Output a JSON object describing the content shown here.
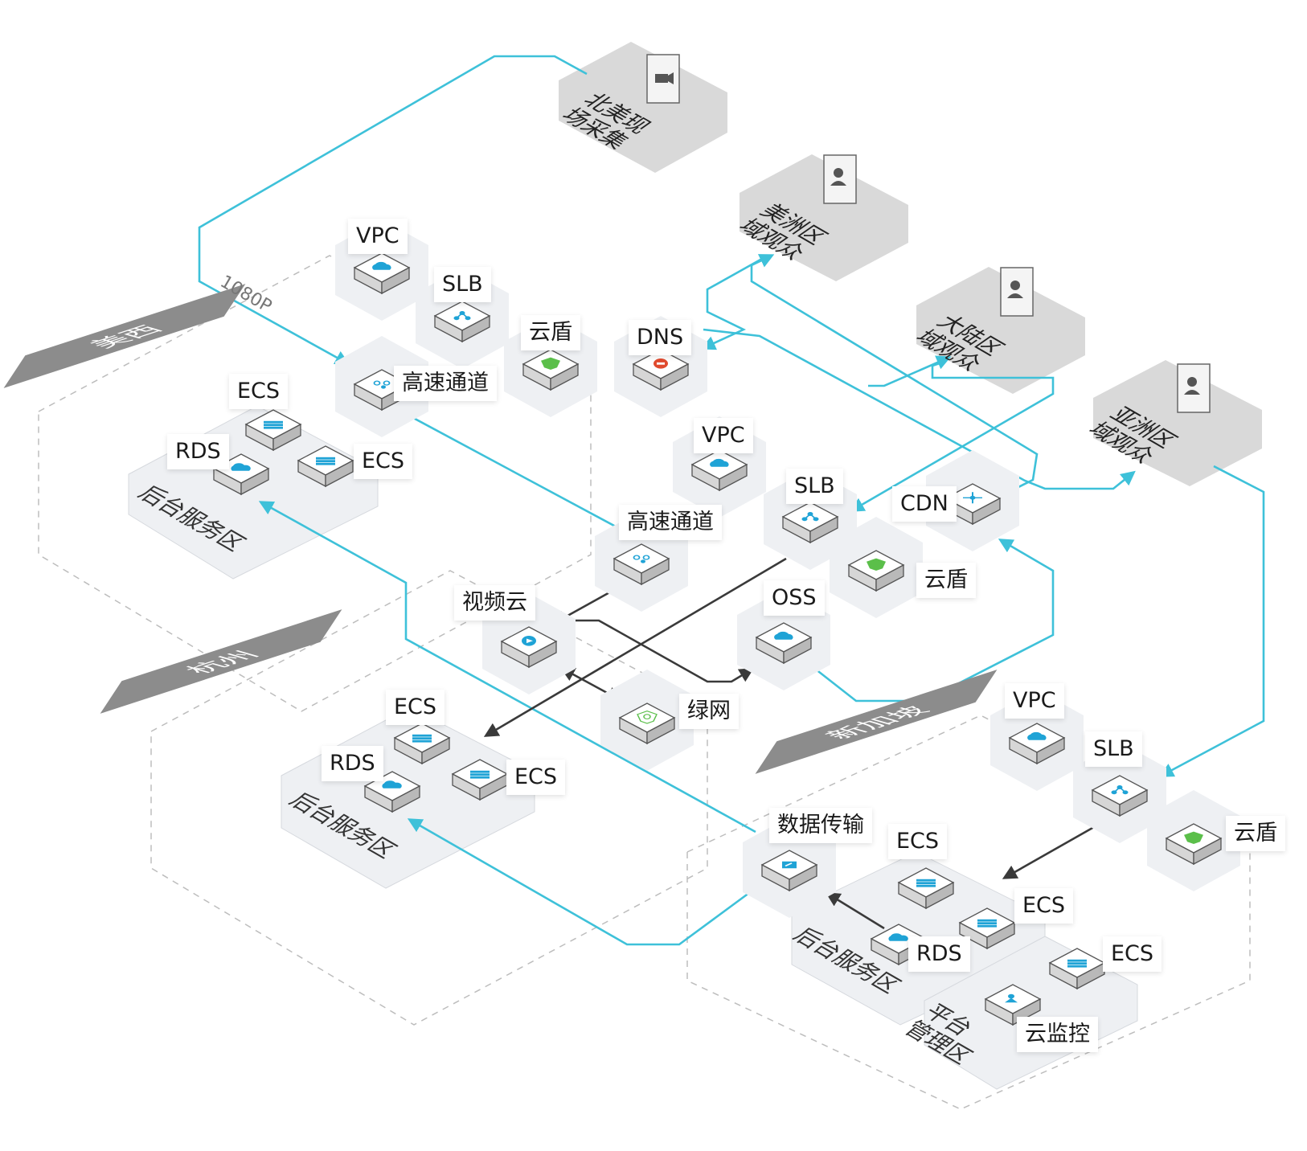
{
  "colors": {
    "link": "#3ec1d9",
    "dark_link": "#3a3a3a",
    "node_bg": "#eef0f3",
    "region_tag": "#8c8c8c",
    "audience_bg": "#d9d9d9",
    "accent_icon": "#1fa3d6",
    "shield": "#5bbf4a",
    "dns": "#e04a2e"
  },
  "audience": {
    "na_capture": "北美现\n场采集",
    "americas": "美洲区\n域观众",
    "mainland": "大陆区\n域观众",
    "asia": "亚洲区\n域观众"
  },
  "regions": {
    "us_west": "美西",
    "hangzhou": "杭州",
    "singapore": "新加坡"
  },
  "resolution": "1080P",
  "us_west": {
    "vpc": "VPC",
    "slb": "SLB",
    "shield": "云盾",
    "express": "高速通道",
    "ecs1": "ECS",
    "ecs2": "ECS",
    "rds": "RDS",
    "backend": "后台服务区"
  },
  "center": {
    "dns": "DNS",
    "vpc": "VPC",
    "slb": "SLB",
    "cdn": "CDN",
    "shield": "云盾",
    "express": "高速通道",
    "video": "视频云",
    "oss": "OSS",
    "green": "绿网"
  },
  "hangzhou": {
    "ecs1": "ECS",
    "ecs2": "ECS",
    "rds": "RDS",
    "backend": "后台服务区"
  },
  "singapore": {
    "vpc": "VPC",
    "slb": "SLB",
    "shield": "云盾",
    "dts": "数据传输",
    "ecs1": "ECS",
    "ecs2": "ECS",
    "ecs3": "ECS",
    "rds": "RDS",
    "backend": "后台服务区",
    "monitor": "云监控",
    "platform": "平台\n管理区"
  }
}
